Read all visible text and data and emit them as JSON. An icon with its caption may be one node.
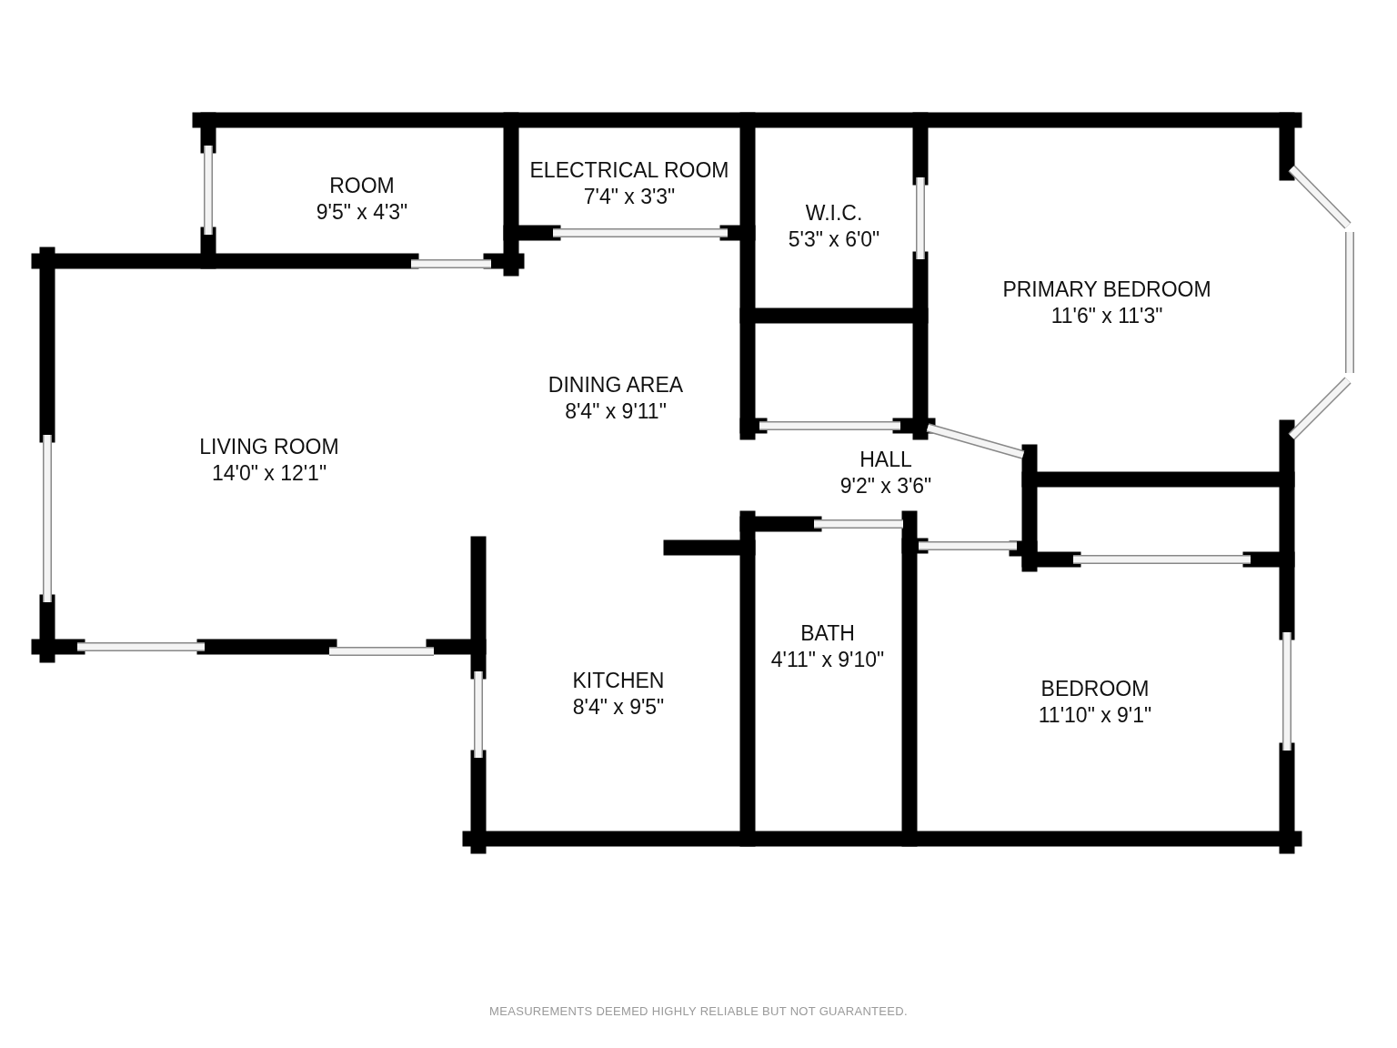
{
  "diagram": {
    "caption": "MEASUREMENTS DEEMED HIGHLY RELIABLE BUT NOT GUARANTEED.",
    "labels": [
      "ROOM",
      "9'5\" x 4'3\"",
      "ELECTRICAL ROOM",
      "7'4\" x 3'3\"",
      "W.I.C.",
      "5'3\" x 6'0\"",
      "PRIMARY BEDROOM",
      "11'6\" x 11'3\"",
      "DINING AREA",
      "8'4\" x 9'11\"",
      "LIVING ROOM",
      "14'0\" x 12'1\"",
      "HALL",
      "9'2\" x 3'6\"",
      "BATH",
      "4'11\" x 9'10\"",
      "KITCHEN",
      "8'4\" x 9'5\"",
      "BEDROOM",
      "11'10\" x 9'1\""
    ]
  }
}
